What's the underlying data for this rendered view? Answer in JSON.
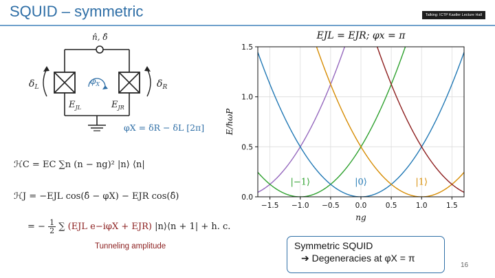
{
  "slide": {
    "title": "SQUID – symmetric",
    "banner": "Talking: ICTP Kastler Lecture Hall",
    "page_number": "16"
  },
  "circuit": {
    "node_label": "n̂, δ̂",
    "left_phase": "δ",
    "left_phase_sub": "L",
    "right_phase": "δ",
    "right_phase_sub": "R",
    "left_junction": "E",
    "left_junction_sub": "JL",
    "right_junction": "E",
    "right_junction_sub": "JR",
    "flux_symbol": "φ",
    "flux_sub": "X",
    "flux_relation": "φX = δR − δL [2π]"
  },
  "equations": {
    "hc": "ℋC = EC ∑n (n − ng)² |n⟩ ⟨n|",
    "hj": "ℋJ = −EJL cos(δ̂ − φX) − EJR cos(δ̂)",
    "hj2_prefix": "= −",
    "hj2_suffix": "|n⟩⟨n + 1| + h. c.",
    "tunneling_term": "(EJL e−iφX + EJR)",
    "tunneling_label": "Tunneling amplitude"
  },
  "callout": {
    "line1": "Symmetric SQUID",
    "arrow": "➔",
    "line2": "Degeneracies at φX = π"
  },
  "chart_data": {
    "type": "line",
    "title": "EJL = EJR;  φx = π",
    "xlabel": "ng",
    "ylabel": "E/ℏωP",
    "xlim": [
      -1.7,
      1.7
    ],
    "ylim": [
      0,
      1.5
    ],
    "xticks": [
      -1.5,
      -1.0,
      -0.5,
      0.0,
      0.5,
      1.0,
      1.5
    ],
    "xtick_labels": [
      "−1.5",
      "−1.0",
      "−0.5",
      "0.0",
      "0.5",
      "1.0",
      "1.5"
    ],
    "yticks": [
      0.0,
      0.5,
      1.0,
      1.5
    ],
    "ytick_labels": [
      "0.0",
      "0.5",
      "1.0",
      "1.5"
    ],
    "grid": true,
    "curve_formula": "E = 0.5 * (ng - n)^2",
    "series": [
      {
        "n": -2,
        "color": "#9467bd"
      },
      {
        "n": -1,
        "color": "#2ca02c",
        "label": "|−1⟩",
        "label_x": -1.0,
        "label_y": 0.12
      },
      {
        "n": 0,
        "color": "#1f77b4",
        "label": "|0⟩",
        "label_x": 0.0,
        "label_y": 0.12
      },
      {
        "n": 1,
        "color": "#d68b00",
        "label": "|1⟩",
        "label_x": 1.0,
        "label_y": 0.12
      },
      {
        "n": 2,
        "color": "#8c1c1c"
      }
    ]
  }
}
